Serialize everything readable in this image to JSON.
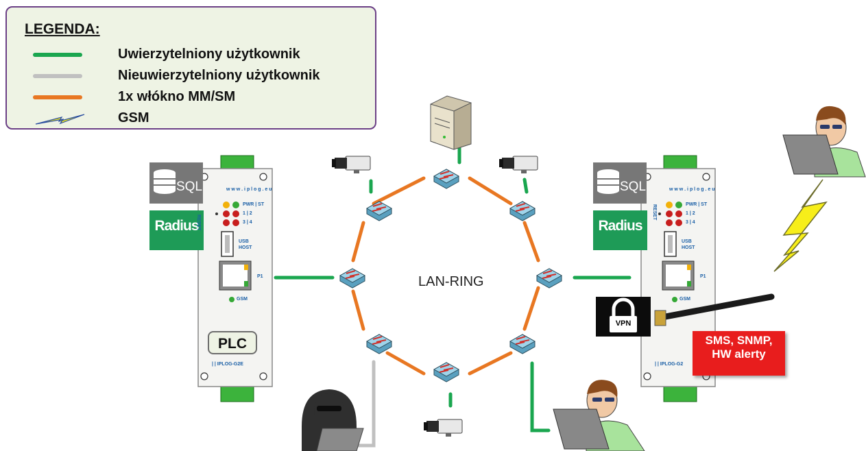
{
  "legend": {
    "title": "LEGENDA:",
    "items": [
      {
        "label": "Uwierzytelniony użytkownik",
        "color": "#1aa64f",
        "kind": "line"
      },
      {
        "label": "Nieuwierzytelniony użytkownik",
        "color": "#c0c0c0",
        "kind": "line"
      },
      {
        "label": "1x włókno MM/SM",
        "color": "#e87722",
        "kind": "line"
      },
      {
        "label": "GSM",
        "color": "#f2e600",
        "kind": "bolt"
      }
    ]
  },
  "ring_label": "LAN-RING",
  "left_device": {
    "sql_label": "SQL",
    "radius_label": "Radius",
    "url": "w w w . i p l o g . e u",
    "reset": "RESET",
    "led_labels": [
      "PWR | ST",
      "1 | 2",
      "3 | 4"
    ],
    "usb": "USB HOST",
    "port": "P1",
    "gsm": "GSM",
    "role": "PLC",
    "model": "| | IPLOG-G2E"
  },
  "right_device": {
    "sql_label": "SQL",
    "radius_label": "Radius",
    "url": "w w w . i p l o g . e u",
    "reset": "RESET",
    "led_labels": [
      "PWR | ST",
      "1 | 2",
      "3 | 4"
    ],
    "usb": "USB HOST",
    "port": "P1",
    "gsm": "GSM",
    "vpn": "VPN",
    "model": "| | IPLOG-G2"
  },
  "alert": {
    "line1": "SMS, SNMP,",
    "line2": "HW alerty"
  },
  "colors": {
    "green": "#1aa64f",
    "gray": "#c0c0c0",
    "orange": "#e87722",
    "radius_bg": "#1e9b57",
    "alert_bg": "#e81d1d"
  }
}
